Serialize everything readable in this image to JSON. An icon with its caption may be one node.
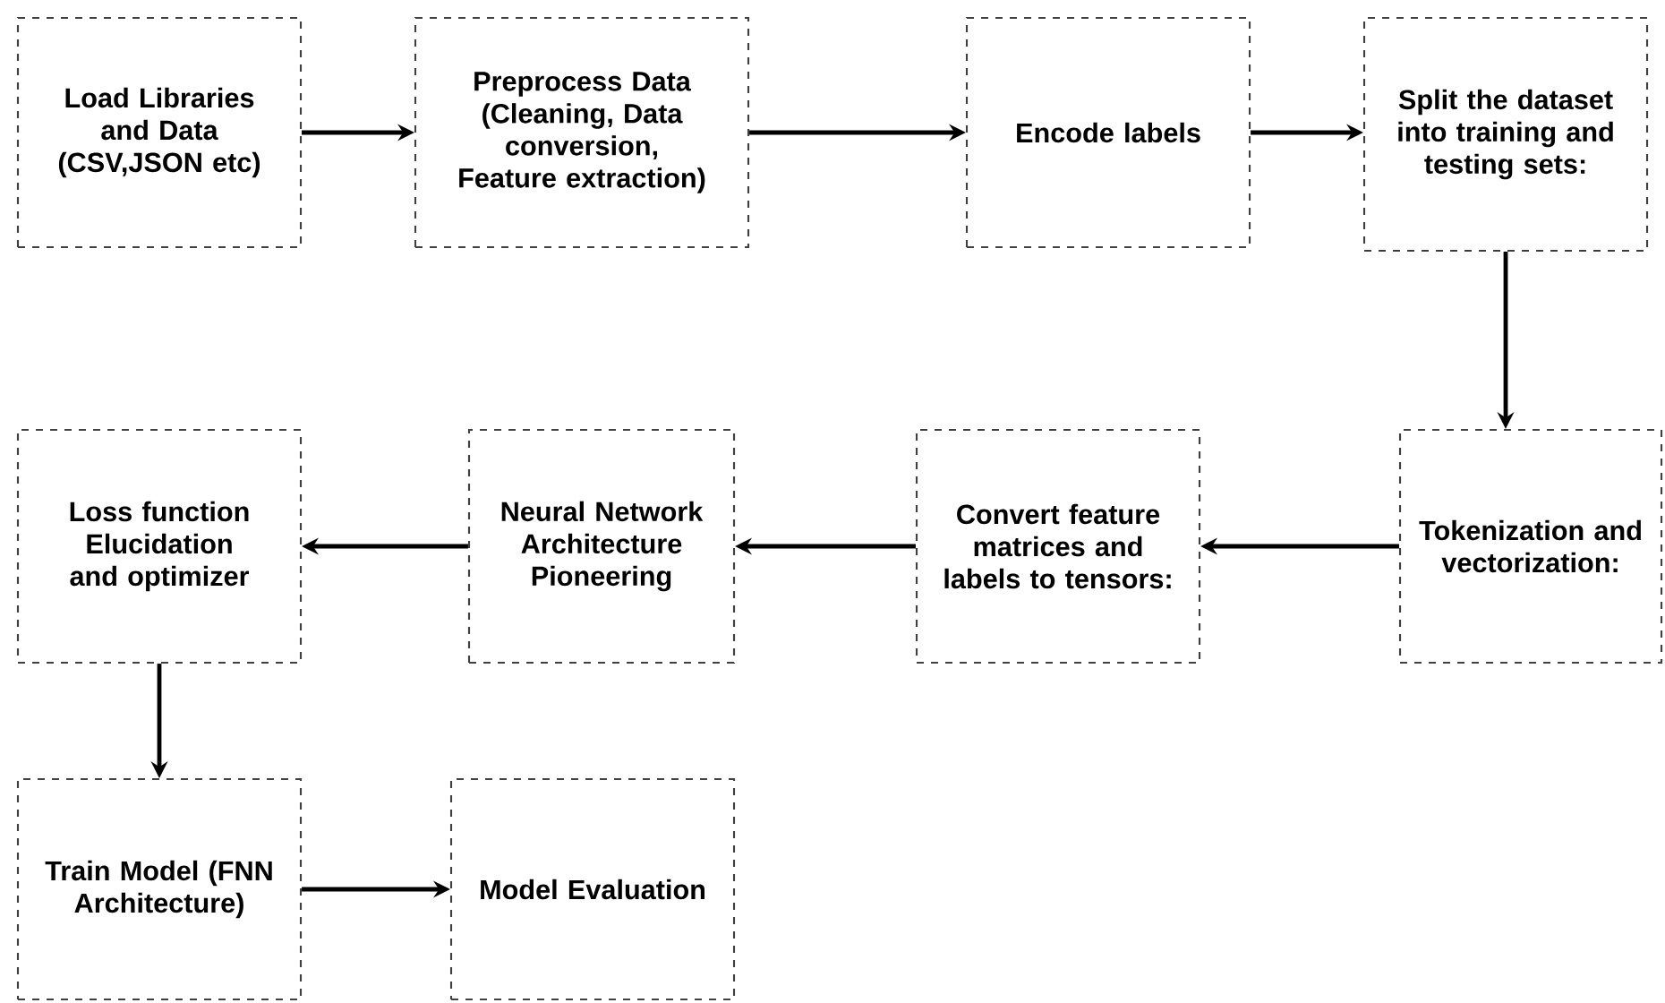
{
  "diagram": {
    "nodes": [
      {
        "text": [
          "Load Libraries and Data (CSV,JSON etc)"
        ]
      },
      {
        "text": [
          "Preprocess Data (Cleaning, Data conversion, Feature extraction)"
        ]
      },
      {
        "text": [
          "Encode labels"
        ]
      },
      {
        "text": [
          "Split the dataset into training and testing sets:"
        ]
      },
      {
        "text": [
          "Tokenization and vectorization:"
        ]
      },
      {
        "text": [
          "Convert feature matrices and labels to tensors:"
        ]
      },
      {
        "text": [
          "Neural Network Architecture Pioneering"
        ]
      },
      {
        "text": [
          "Loss function Elucidation and optimizer"
        ]
      },
      {
        "text": [
          "Train Model (FNN Architecture)"
        ]
      },
      {
        "text": [
          "Model Evaluation"
        ]
      }
    ],
    "edges": [
      {
        "from": 0,
        "to": 1,
        "arrow": "to"
      },
      {
        "from": 1,
        "to": 2,
        "arrow": "to"
      },
      {
        "from": 2,
        "to": 3,
        "arrow": "to"
      },
      {
        "from": 3,
        "to": 4,
        "arrow": "to"
      },
      {
        "from": 4,
        "to": 5,
        "arrow": "to"
      },
      {
        "from": 5,
        "to": 6,
        "arrow": "to"
      },
      {
        "from": 6,
        "to": 7,
        "arrow": "to"
      },
      {
        "from": 7,
        "to": 8,
        "arrow": "to"
      },
      {
        "from": 8,
        "to": 9,
        "arrow": "to"
      }
    ]
  }
}
